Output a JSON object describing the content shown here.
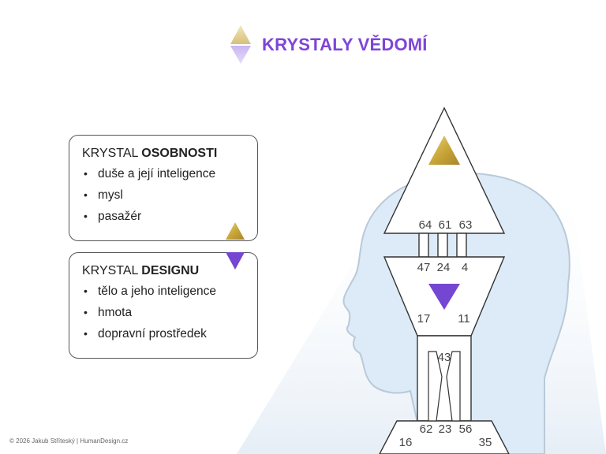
{
  "title": {
    "text": "KRYSTALY VĚDOMÍ",
    "icon": "crystal-double-triangle-icon"
  },
  "colors": {
    "accent_purple": "#7e45d6",
    "gold": "#c9a73a",
    "head_fill": "#dcebf7",
    "head_stroke": "#b9c9d8"
  },
  "personality_card": {
    "title_prefix": "KRYSTAL ",
    "title_bold": "OSOBNOSTI",
    "items": [
      "duše a její inteligence",
      "mysl",
      "pasažér"
    ],
    "bullet": "•",
    "icon": "gold-triangle-up-icon"
  },
  "design_card": {
    "title_prefix": "KRYSTAL ",
    "title_bold": "DESIGNU",
    "items": [
      "tělo a jeho inteligence",
      "hmota",
      "dopravní prostředek"
    ],
    "bullet": "•",
    "icon": "purple-triangle-down-icon"
  },
  "bodygraph": {
    "gates_top_row": [
      "64",
      "61",
      "63"
    ],
    "gates_ajna_row": [
      "47",
      "24",
      "4"
    ],
    "gate_left_mid": "17",
    "gate_right_mid": "11",
    "gate_throat_top": "43",
    "gates_throat_bottom": [
      "62",
      "23",
      "56"
    ],
    "gate_bottom_left": "16",
    "gate_bottom_right": "35"
  },
  "footer": "© 2026 Jakub Stříteský | HumanDesign.cz"
}
